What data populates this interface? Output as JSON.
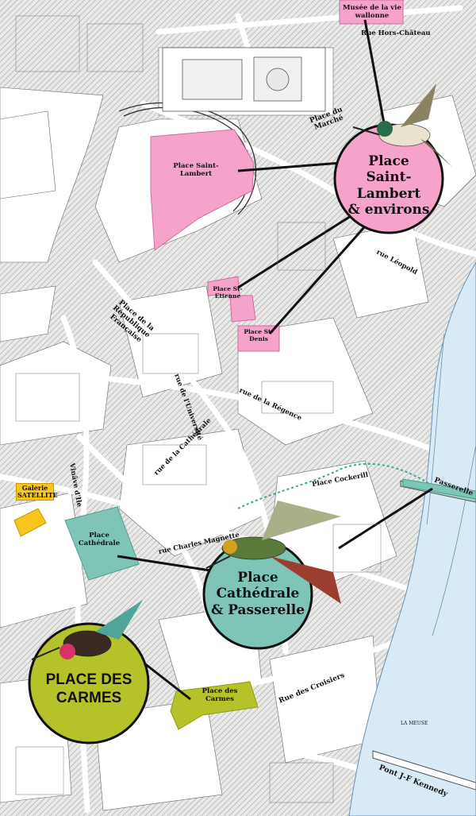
{
  "map": {
    "colors": {
      "background": "#f4f4f2",
      "block_fill": "#ffffff",
      "hatch": "#a8a8a8",
      "river": "#d9eaf7",
      "pink": "#f5a3cb",
      "teal": "#7ec5b8",
      "olive": "#b5c22a",
      "yellow": "#f7c51b"
    },
    "zones": {
      "musee": "Musée de la vie wallonne",
      "rue_hors_chateau": "Rue Hors-Château",
      "place_du_marche": "Place du Marché",
      "place_saint_lambert": "Place Saint-Lambert",
      "place_st_etienne": "Place St-Etienne",
      "place_st_denis": "Place St-Denis",
      "place_republique": "Place de la République Française",
      "rue_leopold": "rue Léopold",
      "rue_regence": "rue de la Régence",
      "rue_universite": "rue de l'Université",
      "rue_cathedrale": "rue de la Cathédrale",
      "vinave": "Vinâve d'Ile",
      "galerie": "Galerie SATELLITE",
      "place_cathedrale": "Place Cathédrale",
      "rue_charles_magnette": "rue Charles Magnette",
      "place_cockerill": "Place Cockerill",
      "passerelle": "Passerelle",
      "place_des_carmes": "Place des Carmes",
      "rue_des_croisiers": "Rue des Croisiers",
      "la_meuse": "LA MEUSE",
      "pont_kennedy": "Pont J-F Kennedy"
    },
    "circles": {
      "saint_lambert": {
        "line1": "Place",
        "line2": "Saint-Lambert",
        "line3": "& environs",
        "icon": "hummingbird-icon"
      },
      "cathedrale": {
        "line1": "Place",
        "line2": "Cathédrale",
        "line3": "& Passerelle",
        "icon": "hummingbird-icon"
      },
      "carmes": {
        "line1": "PLACE DES",
        "line2": "CARMES",
        "icon": "hummingbird-icon"
      }
    }
  }
}
